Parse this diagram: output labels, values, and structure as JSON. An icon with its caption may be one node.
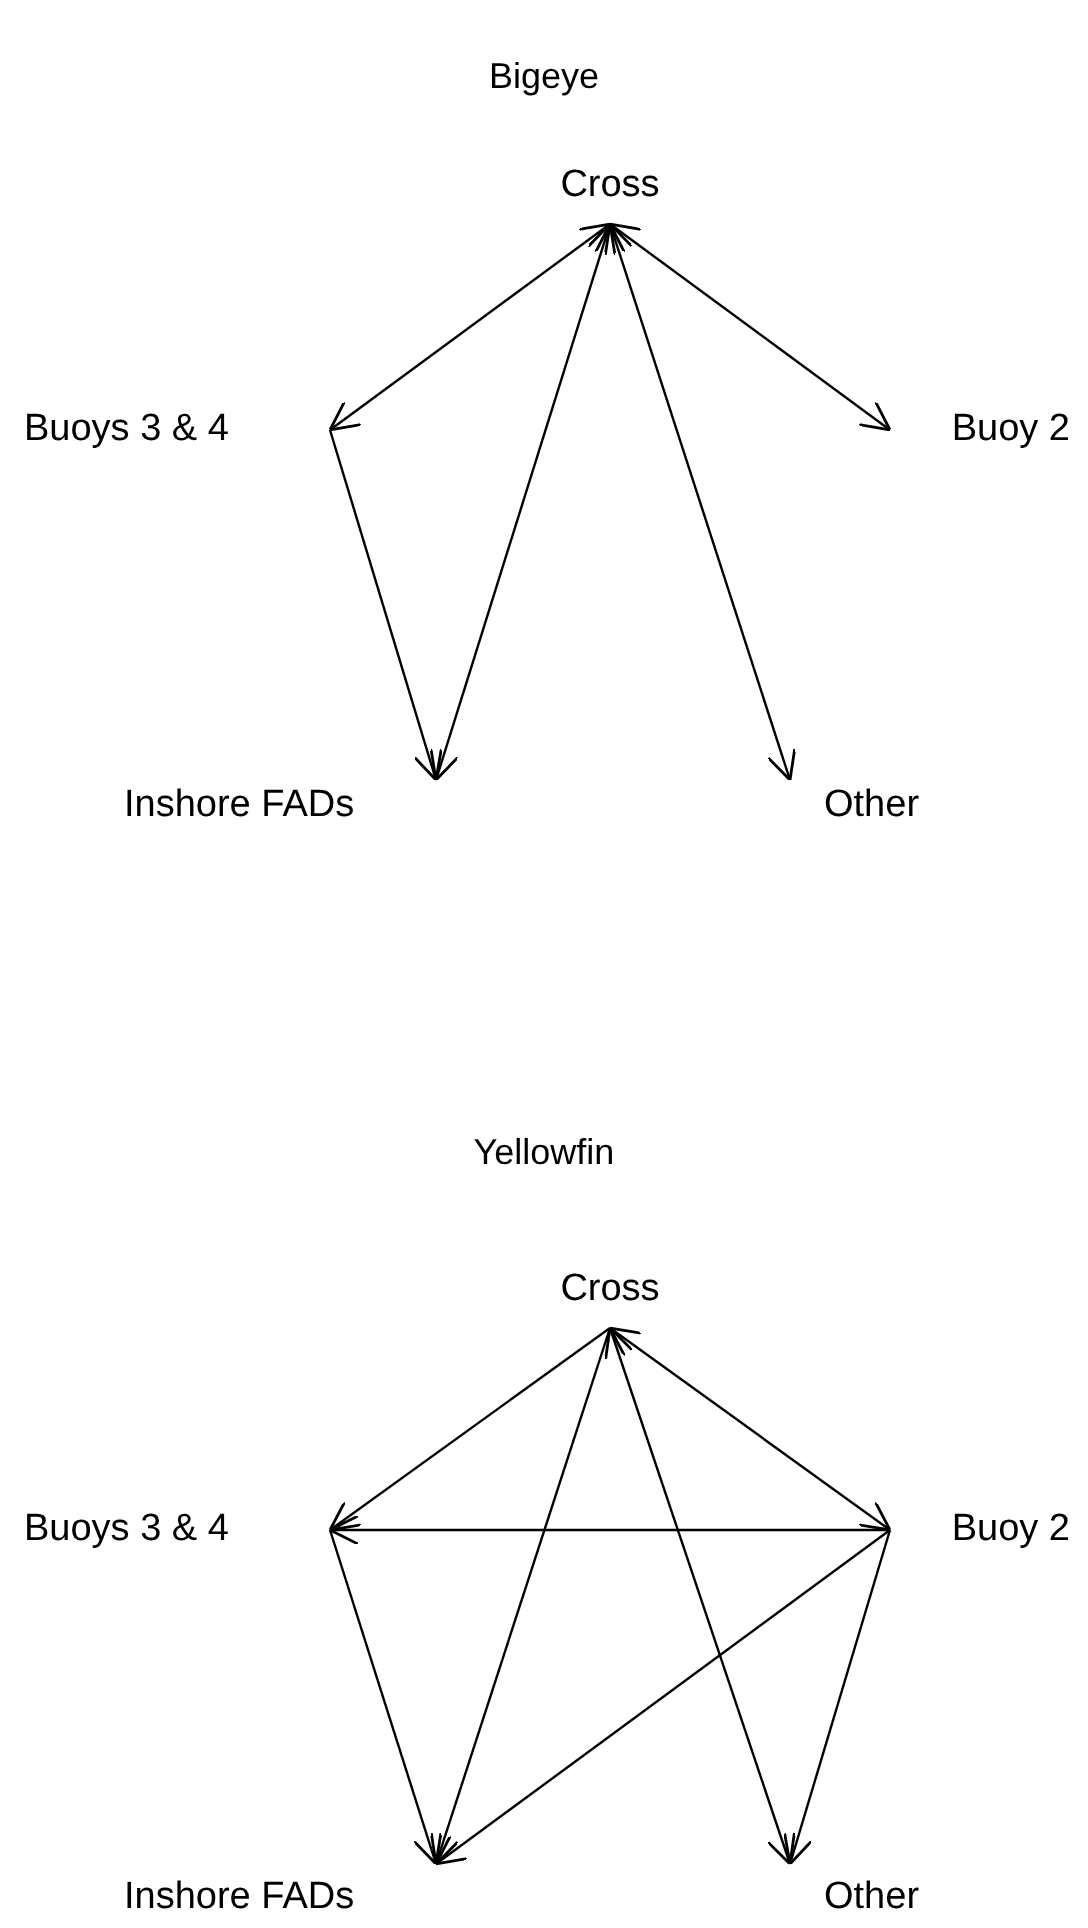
{
  "diagram": {
    "nodes": [
      {
        "text": [
          "Cross"
        ]
      },
      {
        "text": [
          "Buoys 3 & 4"
        ]
      },
      {
        "text": [
          "Buoy 2"
        ]
      },
      {
        "text": [
          "Inshore FADs"
        ]
      },
      {
        "text": [
          "Other"
        ]
      },
      {
        "text": [
          "Cross"
        ]
      },
      {
        "text": [
          "Buoys 3 & 4"
        ]
      },
      {
        "text": [
          "Buoy 2"
        ]
      },
      {
        "text": [
          "Inshore FADs"
        ]
      },
      {
        "text": [
          "Other"
        ]
      }
    ],
    "edges": [
      {
        "from": 0,
        "to": 1,
        "arrow": "both"
      },
      {
        "from": 0,
        "to": 2,
        "arrow": "both"
      },
      {
        "from": 0,
        "to": 3,
        "arrow": "both"
      },
      {
        "from": 0,
        "to": 4,
        "arrow": "both"
      },
      {
        "from": 1,
        "to": 3,
        "arrow": "to"
      },
      {
        "from": 5,
        "to": 6,
        "arrow": "to"
      },
      {
        "from": 5,
        "to": 7,
        "arrow": "both"
      },
      {
        "from": 5,
        "to": 8,
        "arrow": "to"
      },
      {
        "from": 5,
        "to": 9,
        "arrow": "both"
      },
      {
        "from": 7,
        "to": 6,
        "arrow": "to"
      },
      {
        "from": 6,
        "to": 8,
        "arrow": "to"
      },
      {
        "from": 7,
        "to": 8,
        "arrow": "to"
      },
      {
        "from": 7,
        "to": 9,
        "arrow": "to"
      }
    ],
    "labels": [
      "Bigeye",
      "Yellowfin"
    ]
  }
}
